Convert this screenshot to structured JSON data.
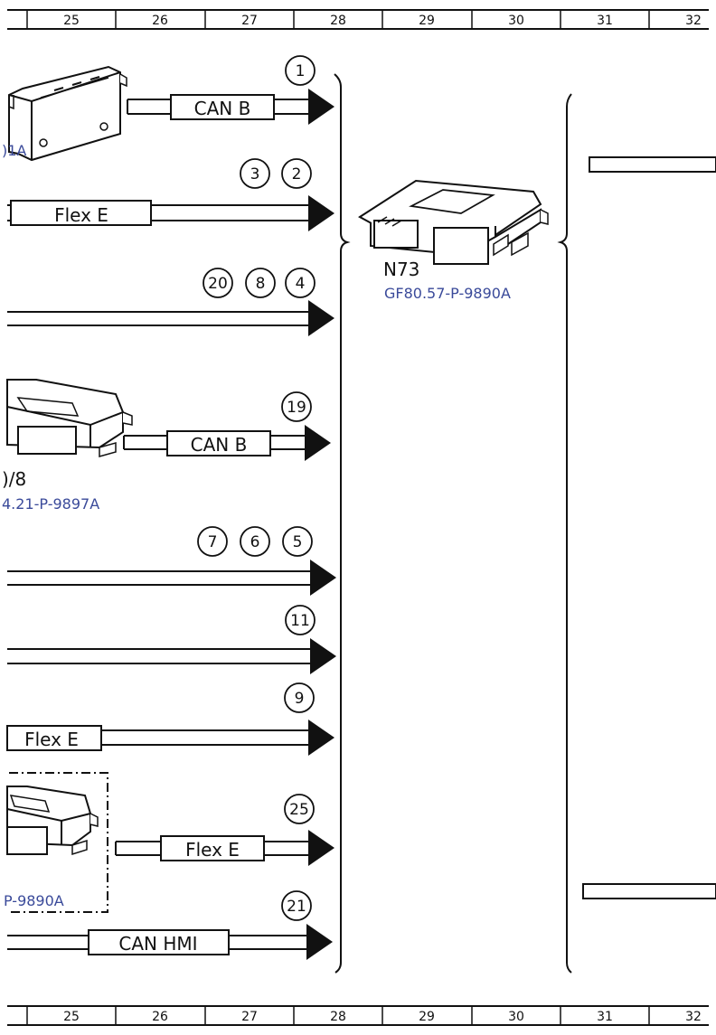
{
  "grid": {
    "columns": [
      "25",
      "26",
      "27",
      "28",
      "29",
      "30",
      "31",
      "32"
    ]
  },
  "connections": [
    {
      "bus": "CAN B",
      "circles": [
        "1"
      ]
    },
    {
      "bus": "Flex E",
      "circles": [
        "3",
        "2"
      ]
    },
    {
      "bus": "",
      "circles": [
        "20",
        "8",
        "4"
      ]
    },
    {
      "bus": "CAN B",
      "circles": [
        "19"
      ]
    },
    {
      "bus": "",
      "circles": [
        "7",
        "6",
        "5"
      ]
    },
    {
      "bus": "",
      "circles": [
        "11"
      ]
    },
    {
      "bus": "Flex E",
      "circles": [
        "9"
      ]
    },
    {
      "bus": "Flex E",
      "circles": [
        "25"
      ]
    },
    {
      "bus": "CAN HMI",
      "circles": [
        "21"
      ]
    }
  ],
  "modules": {
    "top_partial_code": ")1A",
    "mid_partial_ref": ")/8",
    "mid_partial_code": "4.21-P-9897A",
    "lower_partial_code": "P-9890A",
    "target": {
      "ref": "N73",
      "code": "GF80.57-P-9890A"
    }
  },
  "colors": {
    "line": "#111111",
    "code_text": "#3a4a9a"
  }
}
